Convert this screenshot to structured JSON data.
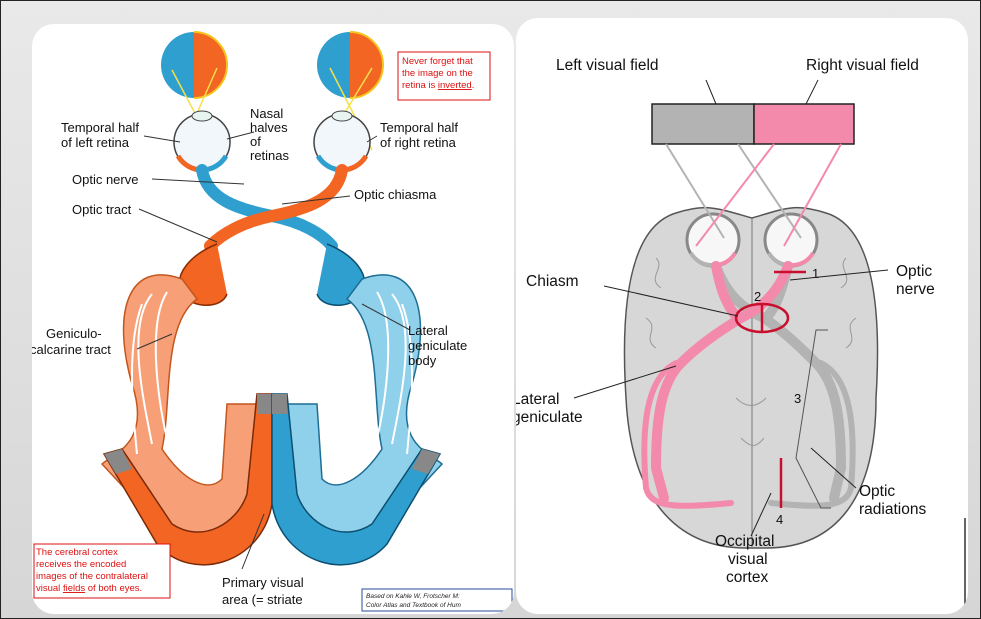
{
  "left_panel": {
    "labels": {
      "temporal_left": [
        "Temporal half",
        "of left retina"
      ],
      "nasal_halves": [
        "Nasal",
        "halves",
        "of",
        "retinas"
      ],
      "temporal_right": [
        "Temporal half",
        "of right retina"
      ],
      "optic_nerve": "Optic nerve",
      "optic_chiasma": "Optic chiasma",
      "optic_tract": "Optic tract",
      "geniculo_calcarine": [
        "Geniculo-",
        "calcarine tract"
      ],
      "lateral_geniculate_body": [
        "Lateral",
        "geniculate",
        "body"
      ],
      "primary_visual_area": [
        "Primary visual",
        "area (= striate"
      ]
    },
    "note_top": [
      "Never forget that",
      "the image on the",
      "retina is ",
      "inverted",
      "."
    ],
    "note_bottom": [
      "The cerebral cortex",
      "receives the encoded",
      "images of the contralateral",
      "visual ",
      "fields",
      " of both eyes."
    ],
    "source": [
      "Based on Kahle W, Frotscher M:",
      "Color Atlas and Textbook of Hum"
    ],
    "colors": {
      "orange": "#f26522",
      "light_orange": "#f7a078",
      "blue": "#2f9fd0",
      "light_blue": "#8fd0ea",
      "red_text": "#d11111"
    }
  },
  "right_panel": {
    "labels": {
      "left_visual_field": "Left visual field",
      "right_visual_field": "Right visual field",
      "optic_nerve": [
        "Optic",
        "nerve"
      ],
      "chiasm": "Chiasm",
      "lateral_geniculate": [
        "Lateral",
        "geniculate"
      ],
      "optic_radiations": [
        "Optic",
        "radiations"
      ],
      "occipital_visual_cortex": [
        "Occipital",
        "visual",
        "cortex"
      ]
    },
    "lesion_numbers": [
      "1",
      "2",
      "3",
      "4"
    ],
    "colors": {
      "gray": "#b3b3b3",
      "pink": "#f48aab",
      "lesion": "#c8102e"
    }
  }
}
